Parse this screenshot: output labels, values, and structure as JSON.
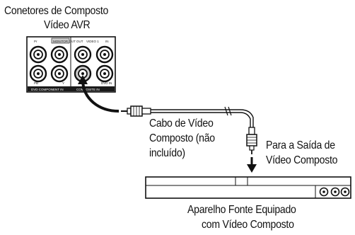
{
  "labels": {
    "avr_connectors_line1": "Conetores de Composto",
    "avr_connectors_line2": "Vídeo AVR",
    "cable_line1": "Cabo de Vídeo",
    "cable_line2": "Composto (não",
    "cable_line3": "incluído)",
    "output_line1": "Para a Saída de",
    "output_line2": "Vídeo Composto",
    "source_line1": "Aparelho Fonte Equipado",
    "source_line2": "com Vídeo Composto"
  },
  "panel_labels": {
    "pr": "Pr",
    "monitor_out": "MONITOR OUT",
    "out": "OUT",
    "video1": "VIDEO 1",
    "in": "IN",
    "pb": "PB",
    "y": "Y",
    "dvd_component_in": "DVD COMPONENT IN",
    "composite_in": "COMPOSITE IN",
    "dvd_in": "DVD IN"
  },
  "colors": {
    "line": "#111111",
    "panel_fill": "#ffffff",
    "panel_bar": "#1a1a1a",
    "highlight": "#cfcfcf"
  }
}
